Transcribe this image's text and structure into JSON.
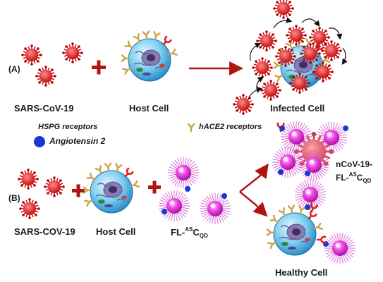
{
  "panel_a": {
    "marker": "(A)",
    "virus_label": "SARS-CoV-19",
    "host_label": "Host Cell",
    "infected_label": "Infected Cell"
  },
  "legend": {
    "hspg": "HSPG receptors",
    "hace2": "hACE2 receptors",
    "angio": "Angiotensin 2"
  },
  "panel_b": {
    "marker": "(B)",
    "virus_label": "SARS-COV-19",
    "host_label": "Host Cell",
    "qd_prefix": "FL-",
    "qd_sup": "AS",
    "qd_main": "C",
    "qd_sub": "QD",
    "ncov_line1": "nCoV-19-",
    "ncov_prefix": "FL-",
    "ncov_sup": "AS",
    "ncov_main": "C",
    "ncov_sub": "QD",
    "healthy_label": "Healthy Cell"
  },
  "colors": {
    "virus": "#e02020",
    "arrow": "#b01515",
    "plus": "#b01515",
    "cell": "#5fc0ec",
    "nucleus": "#8a7bb0",
    "hspg": "#c9a24a",
    "hace2": "#e02020",
    "angio": "#1538d6",
    "qd_core": "#e23ad8",
    "qd_halo": "#d65cd2"
  }
}
